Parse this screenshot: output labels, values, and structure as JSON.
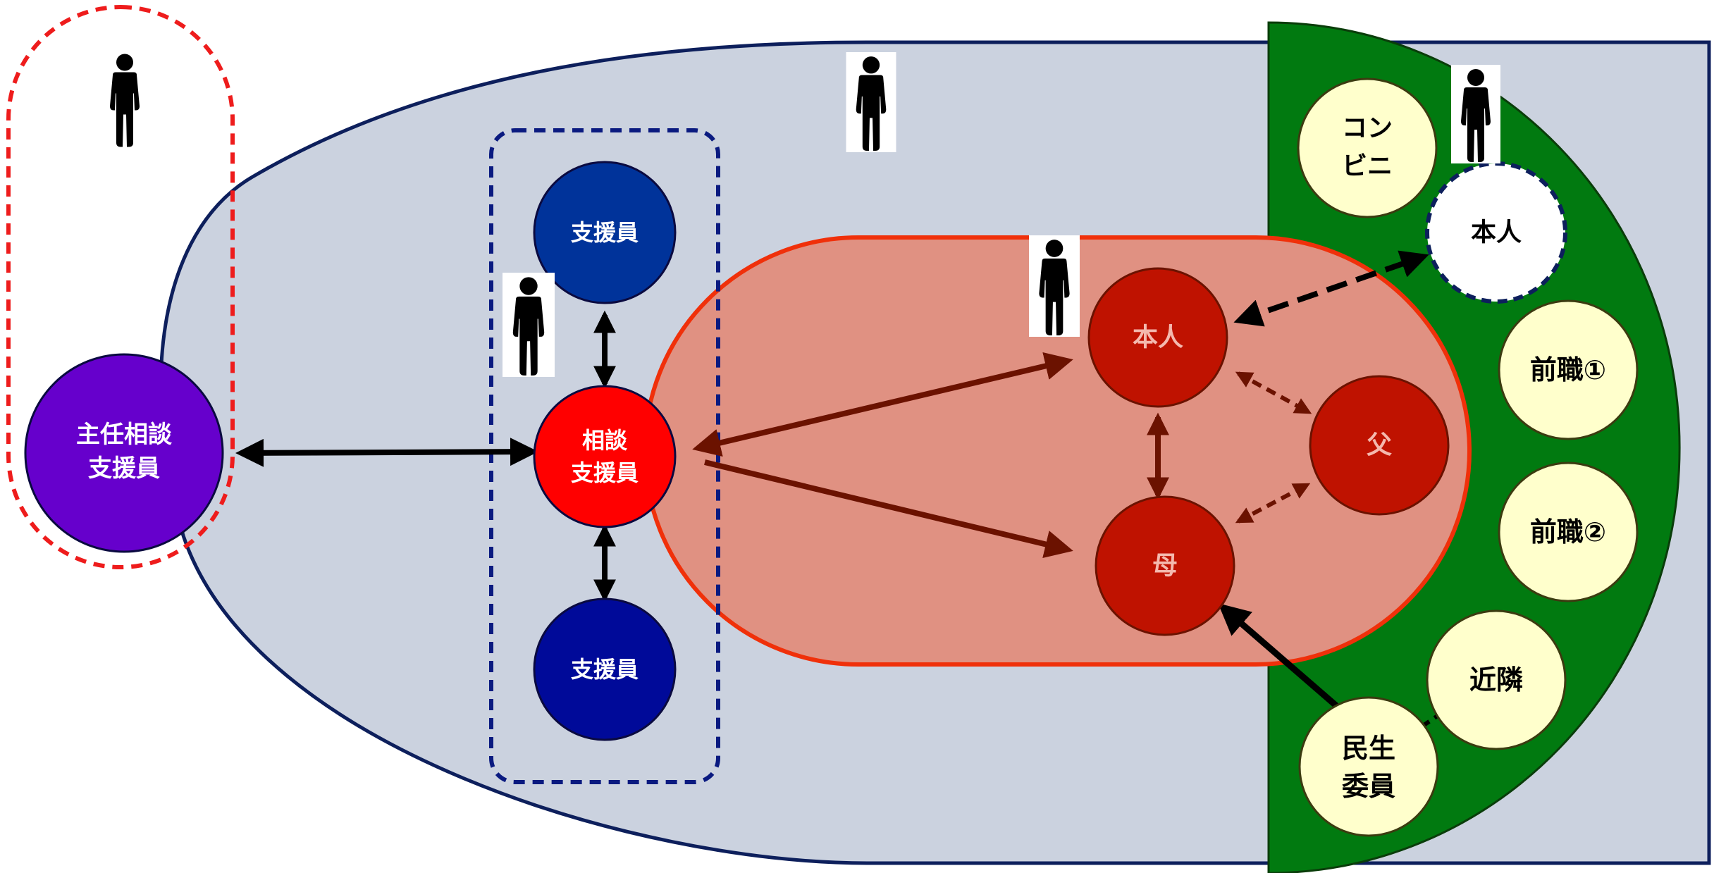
{
  "nodes": {
    "chief_counselor": {
      "line1": "主任相談",
      "line2": "支援員"
    },
    "supporter_top": "支援員",
    "counselor": {
      "line1": "相談",
      "line2": "支援員"
    },
    "supporter_bottom": "支援員",
    "self_family": "本人",
    "father": "父",
    "mother": "母",
    "convenience_store": {
      "line1": "コン",
      "line2": "ビニ"
    },
    "self_community": "本人",
    "former_job_1": "前職①",
    "former_job_2": "前職②",
    "neighbors": "近隣",
    "welfare_commissioner": {
      "line1": "民生",
      "line2": "委員"
    }
  },
  "colors": {
    "region_fill": "#cbd2df",
    "region_stroke": "#0d1f5c",
    "family_fill": "#e09182",
    "family_stroke": "#f0300a",
    "community_fill": "#017a10",
    "chief_fill": "#6600cc",
    "supporter_top_fill": "#00339a",
    "supporter_bottom_fill": "#000a99",
    "counselor_fill": "#ff0000",
    "family_node_fill": "#bf1200",
    "family_node_text": "#f4b9ae",
    "community_node_fill": "#ffffcc",
    "arrow_black": "#000000",
    "arrow_brown": "#6b1200",
    "dashed_red": "#ee1c1c",
    "dashed_navy": "#0a1a80"
  },
  "icons": [
    "person-icon",
    "person-icon",
    "person-icon",
    "person-icon",
    "person-icon"
  ]
}
